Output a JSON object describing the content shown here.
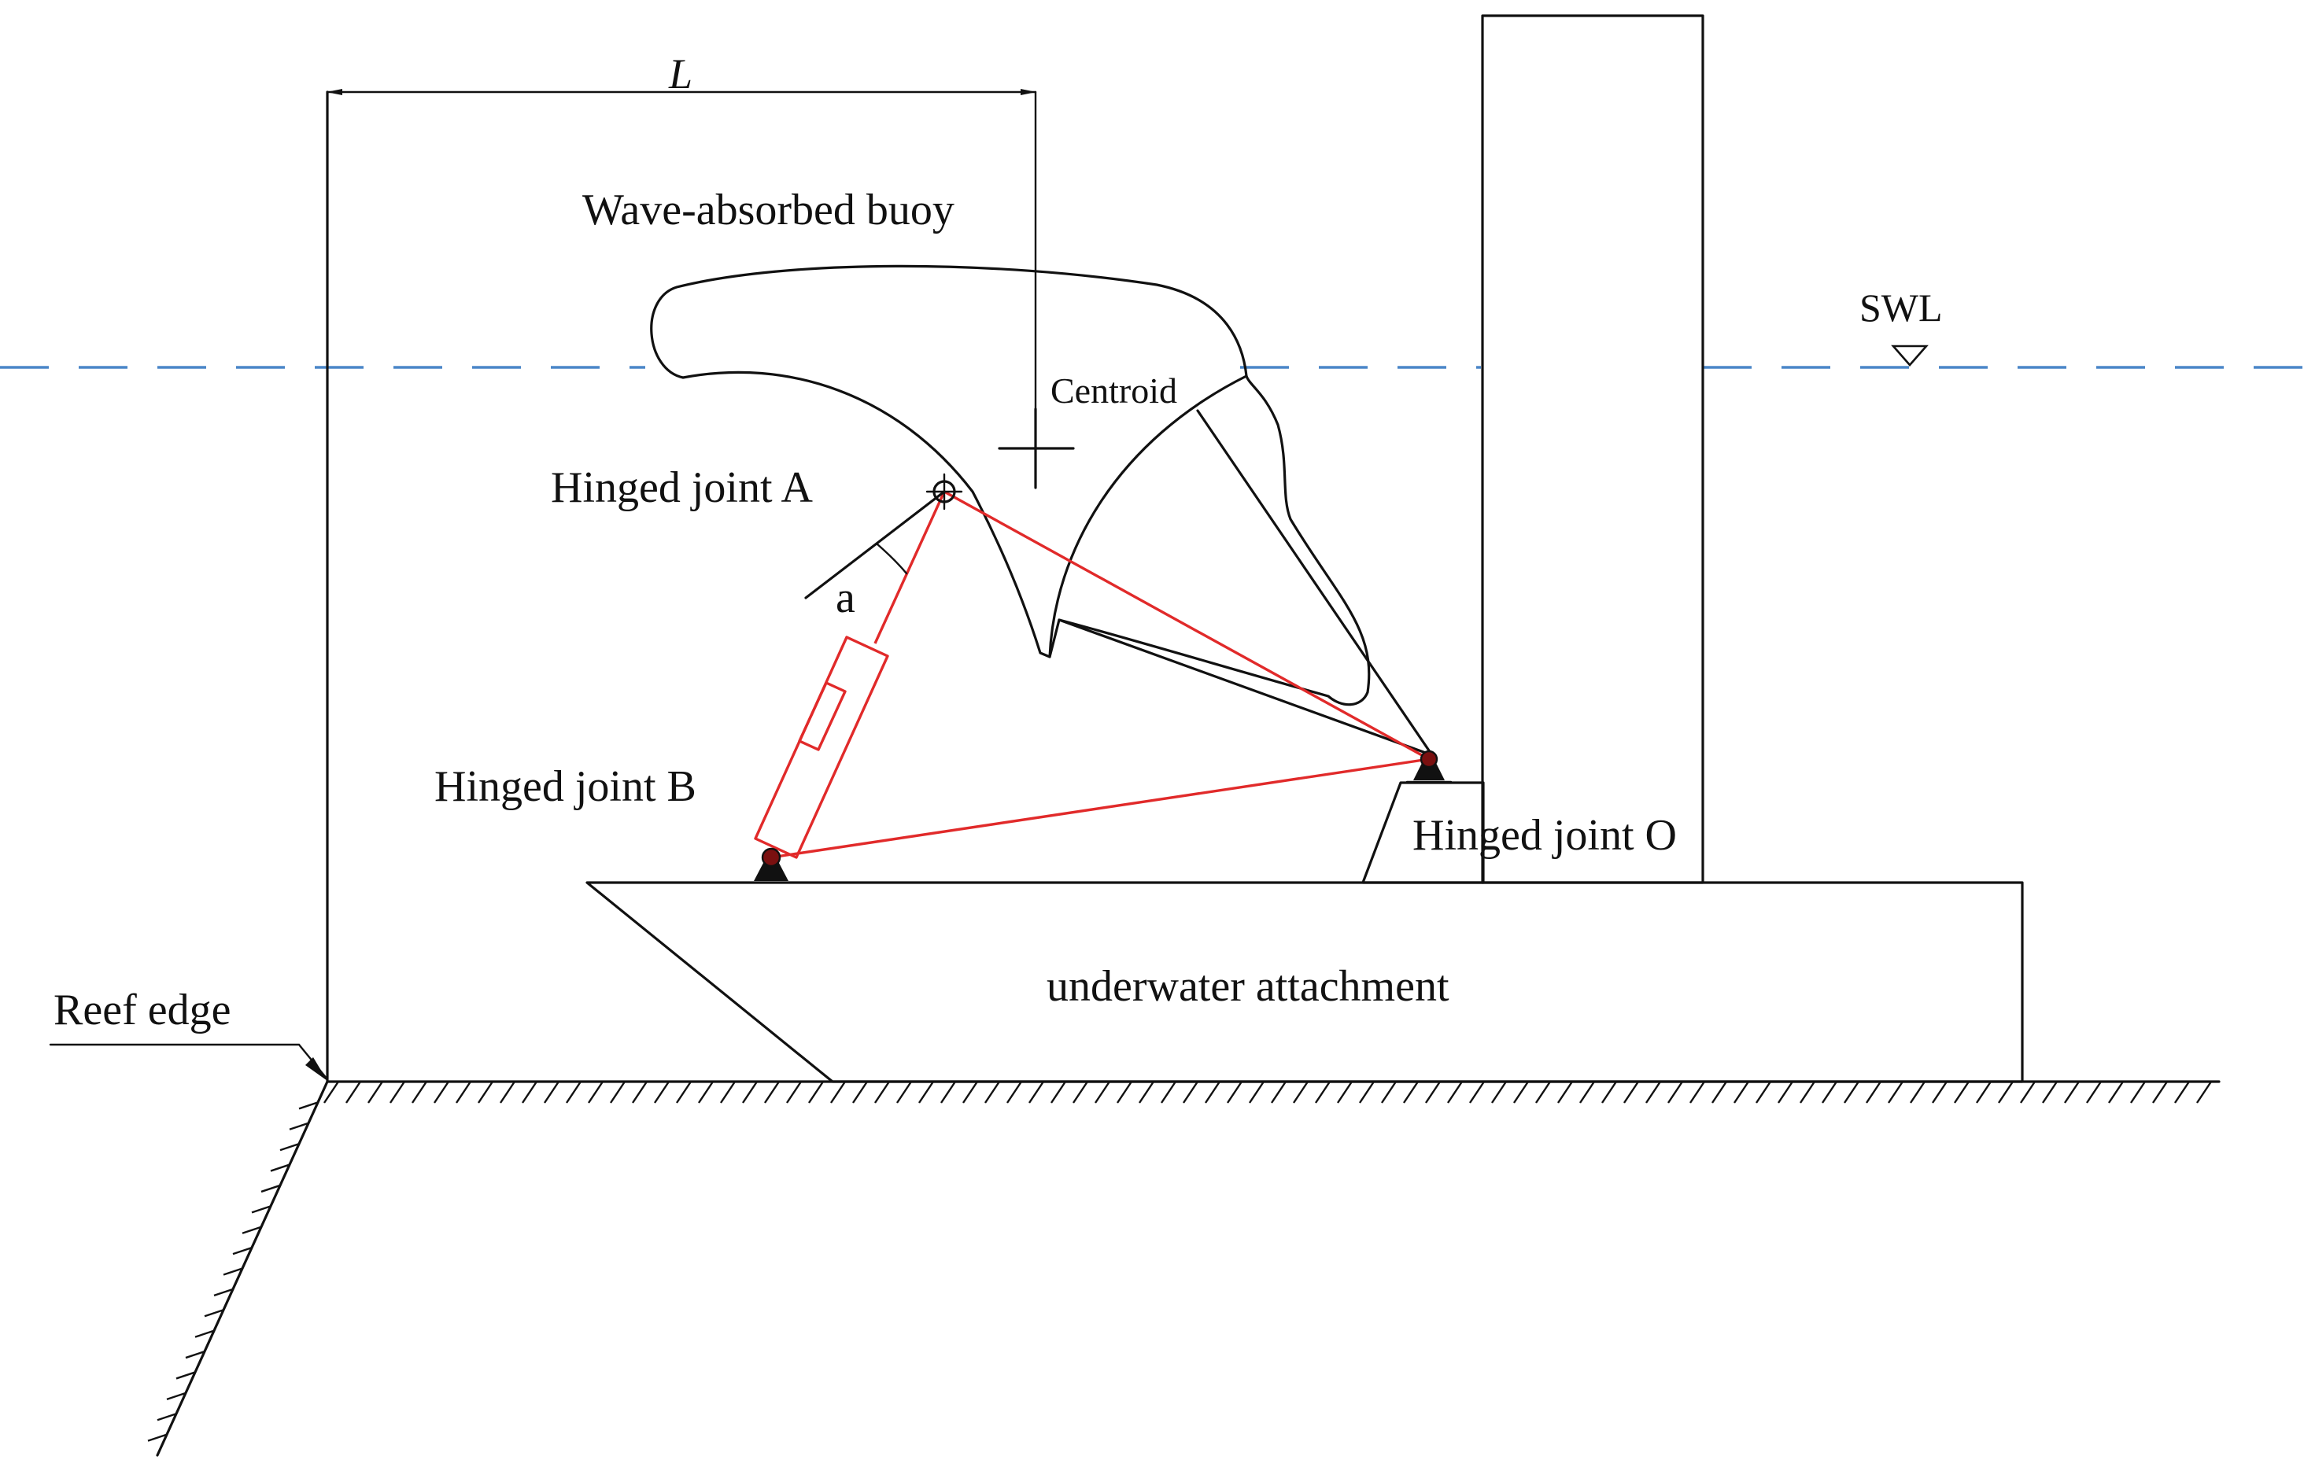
{
  "labels": {
    "dimension": "L",
    "buoy": "Wave-absorbed buoy",
    "swl": "SWL",
    "centroid": "Centroid",
    "joint_a": "Hinged joint A",
    "angle": "a",
    "joint_b": "Hinged joint B",
    "joint_o": "Hinged joint O",
    "attachment": "underwater attachment",
    "reef_edge": "Reef edge"
  },
  "colors": {
    "ink": "#111111",
    "linkage": "#e12a2a",
    "water_line": "#4a86c8"
  }
}
